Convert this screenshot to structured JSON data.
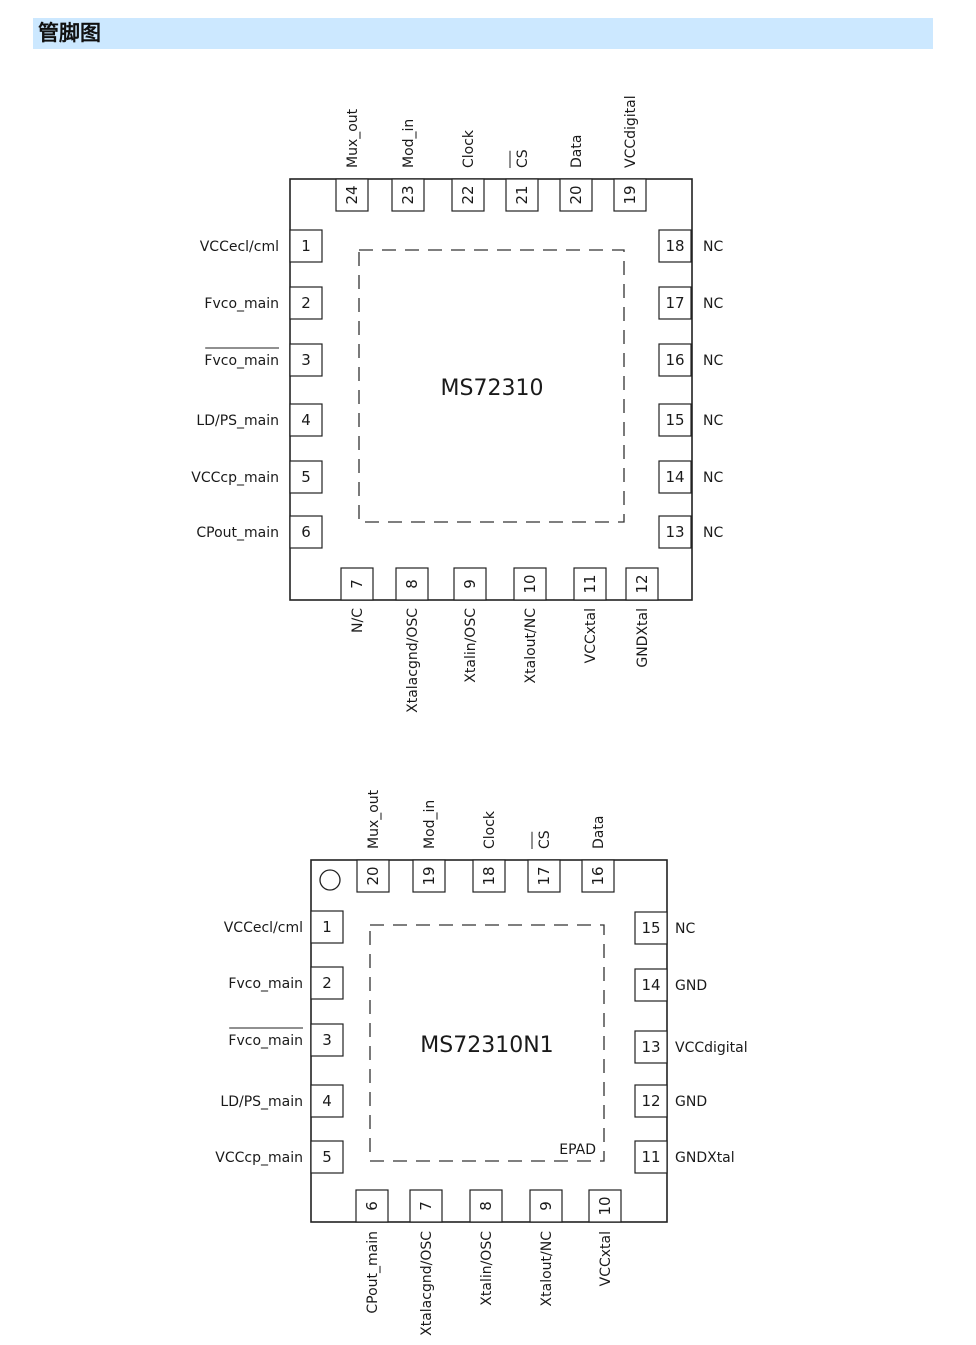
{
  "section": {
    "title": "管脚图"
  },
  "diagrams": [
    {
      "chip_label": "MS72310",
      "epad_label": "",
      "pins": {
        "left": [
          {
            "num": "1",
            "name": "VCCecl/cml"
          },
          {
            "num": "2",
            "name": "Fvco_main"
          },
          {
            "num": "3",
            "name": "Fvco_main",
            "overline": true
          },
          {
            "num": "4",
            "name": "LD/PS_main"
          },
          {
            "num": "5",
            "name": "VCCcp_main"
          },
          {
            "num": "6",
            "name": "CPout_main"
          }
        ],
        "bottom": [
          {
            "num": "7",
            "name": "N/C"
          },
          {
            "num": "8",
            "name": "Xtalacgnd/OSC"
          },
          {
            "num": "9",
            "name": "Xtalin/OSC"
          },
          {
            "num": "10",
            "name": "Xtalout/NC"
          },
          {
            "num": "11",
            "name": "VCCxtal"
          },
          {
            "num": "12",
            "name": "GNDXtal"
          }
        ],
        "right": [
          {
            "num": "13",
            "name": "NC"
          },
          {
            "num": "14",
            "name": "NC"
          },
          {
            "num": "15",
            "name": "NC"
          },
          {
            "num": "16",
            "name": "NC"
          },
          {
            "num": "17",
            "name": "NC"
          },
          {
            "num": "18",
            "name": "NC"
          }
        ],
        "top": [
          {
            "num": "19",
            "name": "VCCdigital"
          },
          {
            "num": "20",
            "name": "Data"
          },
          {
            "num": "21",
            "name": "CS",
            "overline": true
          },
          {
            "num": "22",
            "name": "Clock"
          },
          {
            "num": "23",
            "name": "Mod_in"
          },
          {
            "num": "24",
            "name": "Mux_out"
          }
        ]
      }
    },
    {
      "chip_label": "MS72310N1",
      "epad_label": "EPAD",
      "pins": {
        "left": [
          {
            "num": "1",
            "name": "VCCecl/cml"
          },
          {
            "num": "2",
            "name": "Fvco_main"
          },
          {
            "num": "3",
            "name": "Fvco_main",
            "overline": true
          },
          {
            "num": "4",
            "name": "LD/PS_main"
          },
          {
            "num": "5",
            "name": "VCCcp_main"
          }
        ],
        "bottom": [
          {
            "num": "6",
            "name": "CPout_main"
          },
          {
            "num": "7",
            "name": "Xtalacgnd/OSC"
          },
          {
            "num": "8",
            "name": "Xtalin/OSC"
          },
          {
            "num": "9",
            "name": "Xtalout/NC"
          },
          {
            "num": "10",
            "name": "VCCxtal"
          }
        ],
        "right": [
          {
            "num": "11",
            "name": "GNDXtal"
          },
          {
            "num": "12",
            "name": "GND"
          },
          {
            "num": "13",
            "name": "VCCdigital"
          },
          {
            "num": "14",
            "name": "GND"
          },
          {
            "num": "15",
            "name": "NC"
          }
        ],
        "top": [
          {
            "num": "16",
            "name": "Data"
          },
          {
            "num": "17",
            "name": "CS",
            "overline": true
          },
          {
            "num": "18",
            "name": "Clock"
          },
          {
            "num": "19",
            "name": "Mod_in"
          },
          {
            "num": "20",
            "name": "Mux_out"
          }
        ]
      }
    }
  ]
}
